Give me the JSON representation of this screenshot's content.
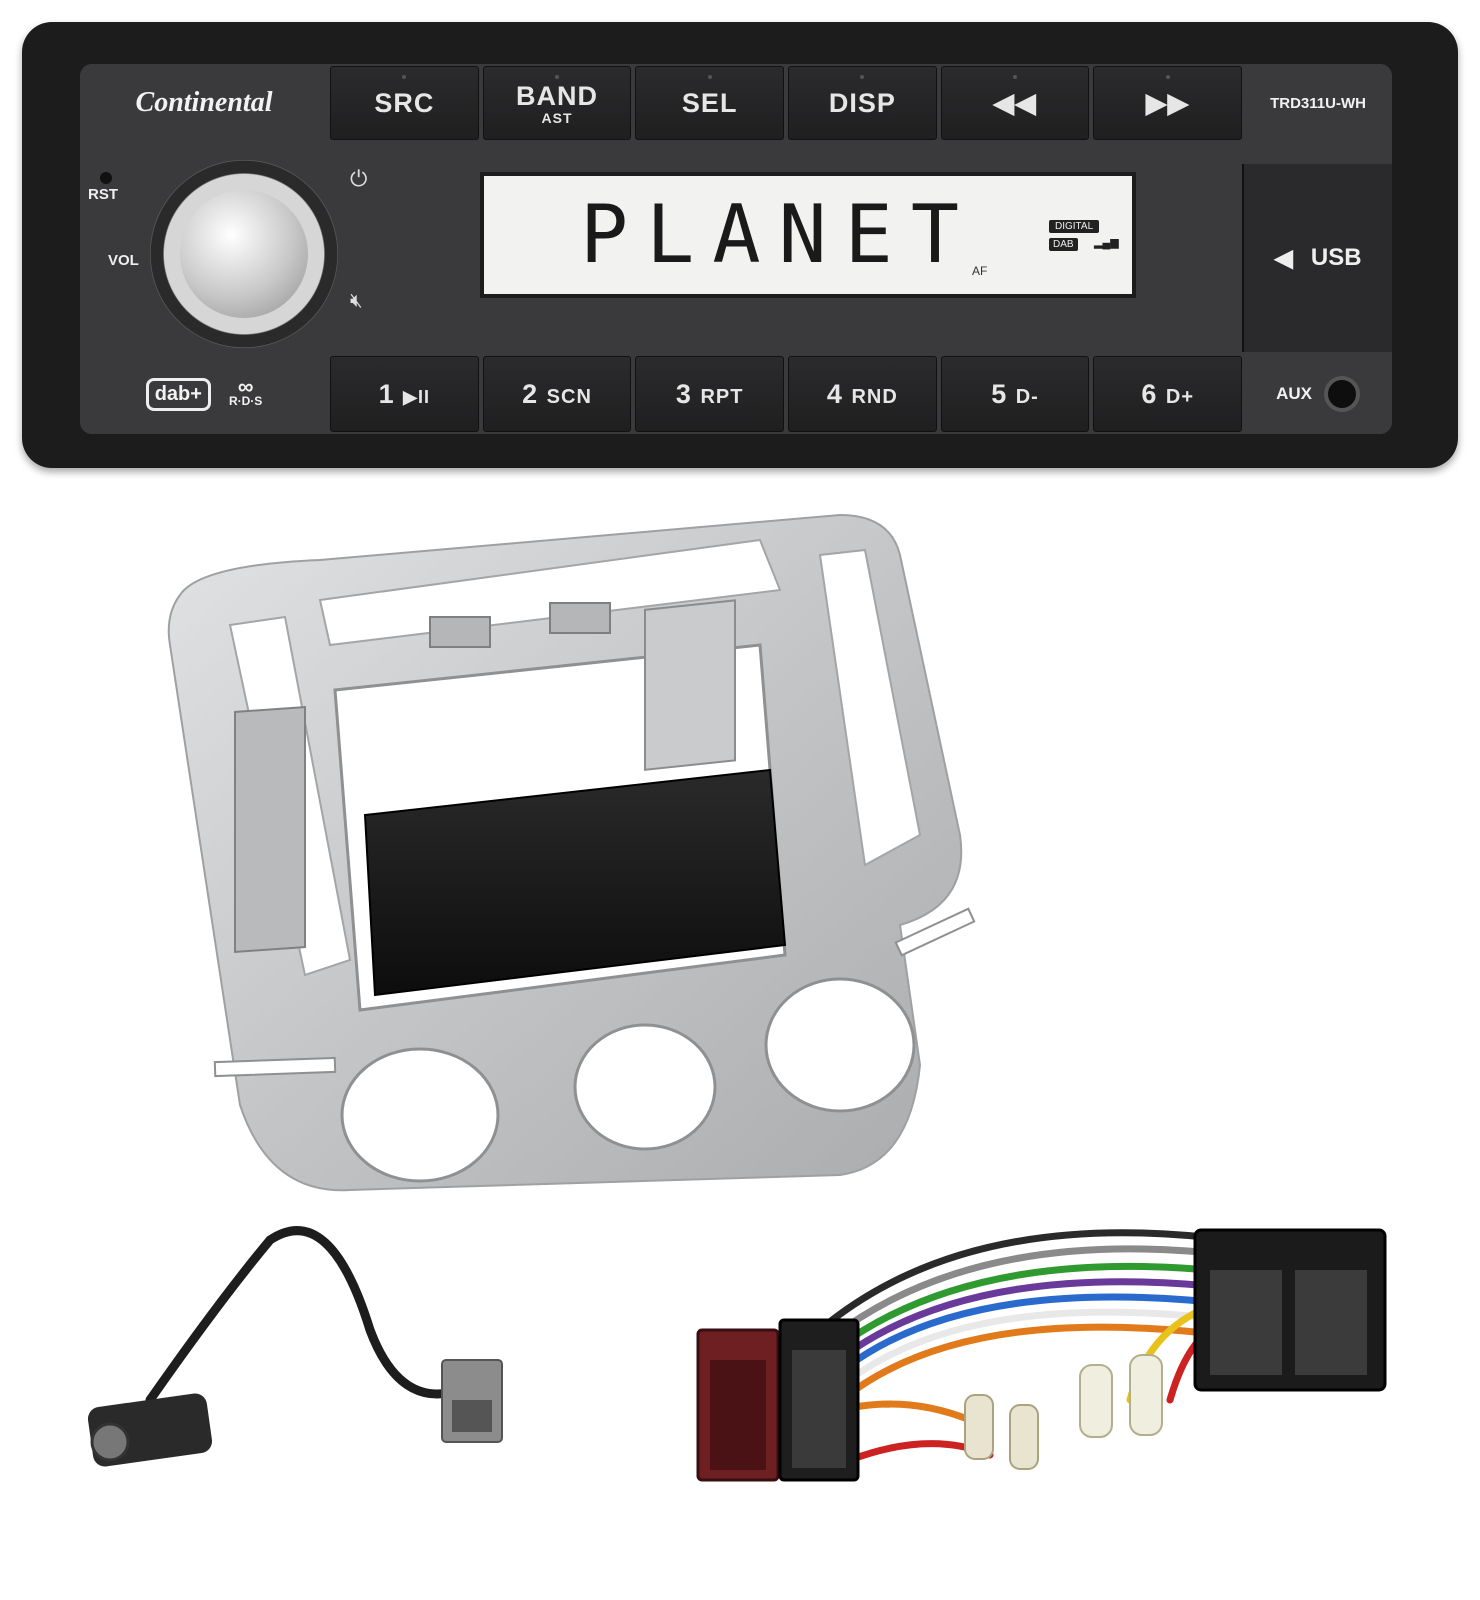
{
  "radio": {
    "brand": "Continental",
    "model": "TRD311U-WH",
    "top_buttons": [
      {
        "label": "SRC",
        "sub": ""
      },
      {
        "label": "BAND",
        "sub": "AST"
      },
      {
        "label": "SEL",
        "sub": ""
      },
      {
        "label": "DISP",
        "sub": ""
      },
      {
        "label": "◀◀",
        "sub": ""
      },
      {
        "label": "▶▶",
        "sub": ""
      }
    ],
    "preset_buttons": [
      {
        "num": "1",
        "label": "▶II"
      },
      {
        "num": "2",
        "label": "SCN"
      },
      {
        "num": "3",
        "label": "RPT"
      },
      {
        "num": "4",
        "label": "RND"
      },
      {
        "num": "5",
        "label": "D-"
      },
      {
        "num": "6",
        "label": "D+"
      }
    ],
    "rst_label": "RST",
    "vol_label": "VOL",
    "display_text": "PLANET",
    "display_digital": "DIGITAL",
    "display_dab": "DAB",
    "display_af": "AF",
    "usb_label": "USB",
    "aux_label": "AUX",
    "dab_badge": "dab+",
    "rds_badge": "R·D·S",
    "icons": [
      "power-icon",
      "mute-icon",
      "usb-arrow-icon",
      "signal-icon"
    ]
  },
  "colors": {
    "radio_body": "#1c1c1d",
    "radio_face": "#3a3a3c",
    "fascia_silver": "#c4c6c8",
    "display_bg": "#f2f3f1"
  }
}
